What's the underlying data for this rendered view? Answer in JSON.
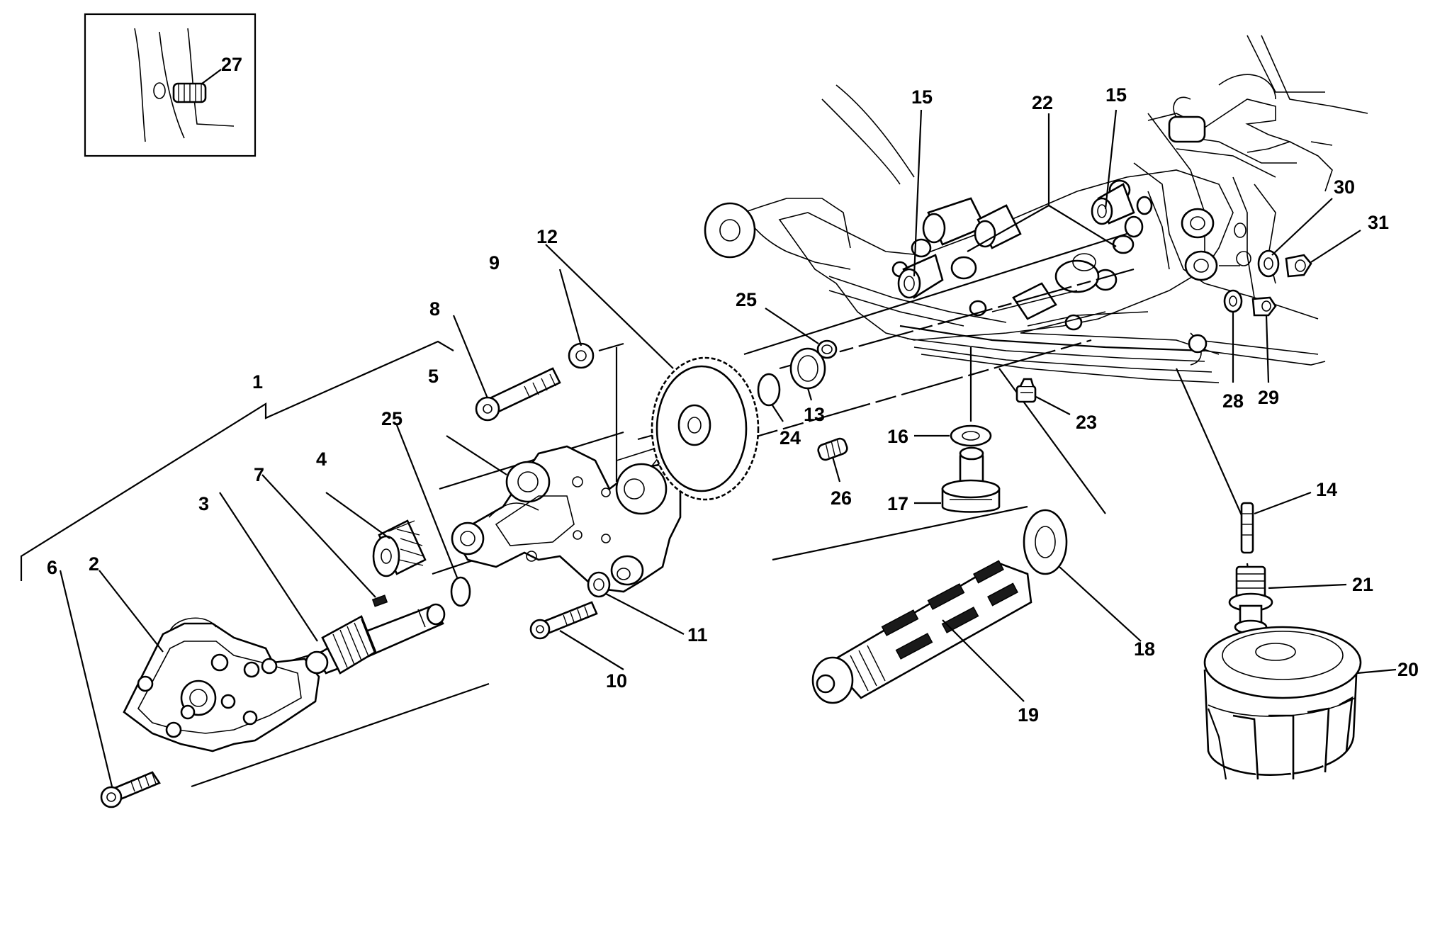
{
  "diagram": {
    "callouts": [
      {
        "id": "27",
        "label": "27"
      },
      {
        "id": "15a",
        "label": "15"
      },
      {
        "id": "22",
        "label": "22"
      },
      {
        "id": "15b",
        "label": "15"
      },
      {
        "id": "30",
        "label": "30"
      },
      {
        "id": "31",
        "label": "31"
      },
      {
        "id": "12",
        "label": "12"
      },
      {
        "id": "9",
        "label": "9"
      },
      {
        "id": "8",
        "label": "8"
      },
      {
        "id": "25a",
        "label": "25"
      },
      {
        "id": "1",
        "label": "1"
      },
      {
        "id": "5",
        "label": "5"
      },
      {
        "id": "25b",
        "label": "25"
      },
      {
        "id": "13",
        "label": "13"
      },
      {
        "id": "24",
        "label": "24"
      },
      {
        "id": "28",
        "label": "28"
      },
      {
        "id": "29",
        "label": "29"
      },
      {
        "id": "23",
        "label": "23"
      },
      {
        "id": "16",
        "label": "16"
      },
      {
        "id": "4",
        "label": "4"
      },
      {
        "id": "7",
        "label": "7"
      },
      {
        "id": "3",
        "label": "3"
      },
      {
        "id": "26",
        "label": "26"
      },
      {
        "id": "17",
        "label": "17"
      },
      {
        "id": "14",
        "label": "14"
      },
      {
        "id": "6",
        "label": "6"
      },
      {
        "id": "2",
        "label": "2"
      },
      {
        "id": "21",
        "label": "21"
      },
      {
        "id": "11",
        "label": "11"
      },
      {
        "id": "20",
        "label": "20"
      },
      {
        "id": "18",
        "label": "18"
      },
      {
        "id": "10",
        "label": "10"
      },
      {
        "id": "19",
        "label": "19"
      }
    ]
  }
}
